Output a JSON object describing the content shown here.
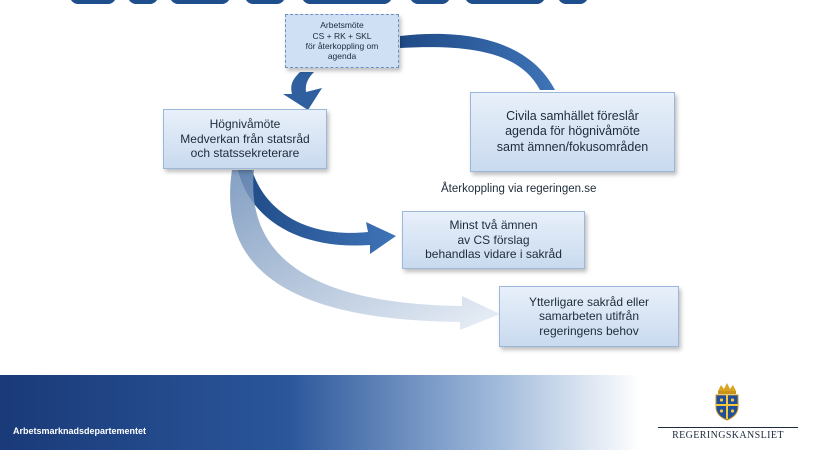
{
  "boxes": {
    "arbetsmote": [
      "Arbetsmöte",
      "CS + RK + SKL",
      "för återkoppling om",
      "agenda"
    ],
    "hognivamote": [
      "Högnivåmöte",
      "Medverkan från statsråd",
      "och statssekreterare"
    ],
    "civila": [
      "Civila samhället föreslår",
      "agenda för högnivåmöte",
      "samt ämnen/fokusområden"
    ],
    "minst": [
      "Minst två ämnen",
      "av CS förslag",
      "behandlas vidare i sakråd"
    ],
    "ytterligare": [
      "Ytterligare sakråd eller",
      "samarbeten utifrån",
      "regeringens behov"
    ]
  },
  "feedback_label": "Återkoppling via regeringen.se",
  "footer": {
    "department": "Arbetsmarknadsdepartementet",
    "brand": "REGERINGSKANSLIET"
  },
  "colors": {
    "arrow": "#2f5f9e",
    "arrow_light": "#c7d6ea",
    "footer_dark": "#1a3a78",
    "box_border": "#9bb7d9"
  },
  "icons": [
    "curved-arrow-icon",
    "crown-crest-icon"
  ]
}
